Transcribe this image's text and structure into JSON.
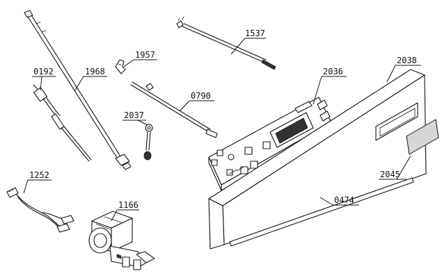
{
  "parts": [
    {
      "id": "p1537",
      "label": "1537"
    },
    {
      "id": "p2038",
      "label": "2038"
    },
    {
      "id": "p1957",
      "label": "1957"
    },
    {
      "id": "p0192",
      "label": "0192"
    },
    {
      "id": "p1968",
      "label": "1968"
    },
    {
      "id": "p2036",
      "label": "2036"
    },
    {
      "id": "p0790",
      "label": "0790"
    },
    {
      "id": "p2037",
      "label": "2037"
    },
    {
      "id": "p2045",
      "label": "2045"
    },
    {
      "id": "p1252",
      "label": "1252"
    },
    {
      "id": "p1166",
      "label": "1166"
    },
    {
      "id": "p0474",
      "label": "0474"
    }
  ]
}
